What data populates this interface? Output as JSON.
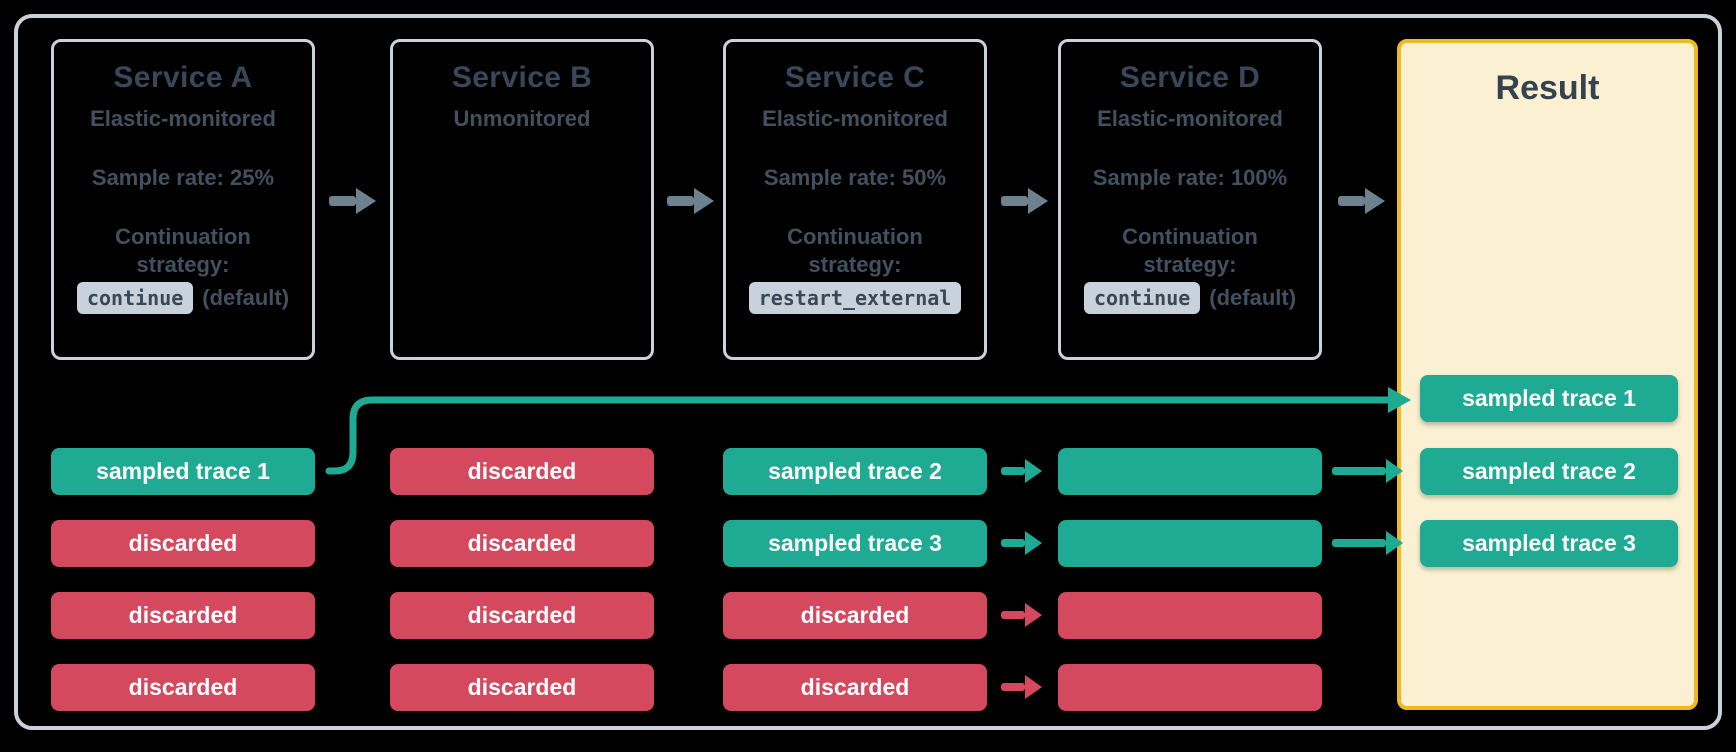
{
  "services": [
    {
      "title": "Service A",
      "subtitle": "Elastic-monitored",
      "sample_rate": "Sample rate: 25%",
      "strategy_label": "Continuation strategy:",
      "strategy_code": "continue",
      "strategy_suffix": "(default)"
    },
    {
      "title": "Service B",
      "subtitle": "Unmonitored"
    },
    {
      "title": "Service C",
      "subtitle": "Elastic-monitored",
      "sample_rate": "Sample rate: 50%",
      "strategy_label": "Continuation strategy:",
      "strategy_code": "restart_external"
    },
    {
      "title": "Service D",
      "subtitle": "Elastic-monitored",
      "sample_rate": "Sample rate: 100%",
      "strategy_label": "Continuation strategy:",
      "strategy_code": "continue",
      "strategy_suffix": "(default)"
    }
  ],
  "result": {
    "title": "Result",
    "bars": [
      "sampled trace 1",
      "sampled trace 2",
      "sampled trace 3"
    ]
  },
  "traces": {
    "col_a": [
      "sampled trace 1",
      "discarded",
      "discarded",
      "discarded"
    ],
    "col_b": [
      "discarded",
      "discarded",
      "discarded",
      "discarded"
    ],
    "col_c": [
      "sampled trace 2",
      "sampled trace 3",
      "discarded",
      "discarded"
    ],
    "col_d_status": [
      "sampled",
      "sampled",
      "discarded",
      "discarded"
    ]
  },
  "colors": {
    "teal_sampled": "#1FAA94",
    "red_discarded": "#D4495E",
    "result_background": "#FBF1D2",
    "result_border_gold": "#EFB920",
    "service_box_border": "#C9D3DD",
    "outer_border": "#C9D1DB",
    "text_slate": "#3E4C59",
    "arrow_slate": "#6E8191",
    "code_chip_background": "#C7D2DD"
  }
}
